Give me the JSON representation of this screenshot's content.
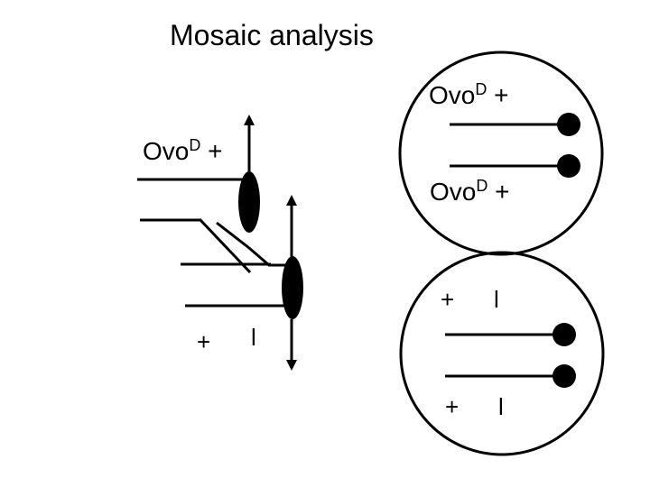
{
  "slide": {
    "title": "Mosaic analysis",
    "left_panel": {
      "genotype_label": {
        "base": "Ovo",
        "sup": "D",
        "suffix": " +"
      },
      "plus_label": "+",
      "minus_label": "l"
    },
    "right_panel": {
      "top_cell": {
        "label_upper": {
          "base": "Ovo",
          "sup": "D",
          "suffix": " +"
        },
        "label_lower": {
          "base": "Ovo",
          "sup": "D",
          "suffix": " +"
        }
      },
      "bottom_cell": {
        "upper_plus": "+",
        "upper_minus": "l",
        "lower_plus": "+",
        "lower_minus": "l"
      }
    },
    "colors": {
      "ink": "#000000",
      "background": "#ffffff"
    }
  }
}
